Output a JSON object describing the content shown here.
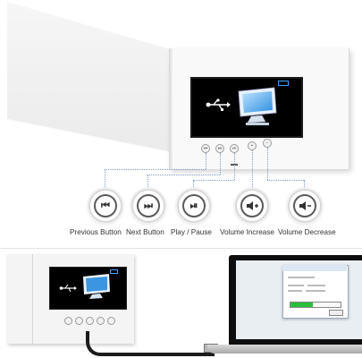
{
  "controls": [
    {
      "id": "previous",
      "label": "Previous Button",
      "symbol": "⏮"
    },
    {
      "id": "next",
      "label": "Next Button",
      "symbol": "⏭"
    },
    {
      "id": "play-pause",
      "label": "Play / Pause",
      "symbol": "⏯"
    },
    {
      "id": "volume-increase",
      "label": "Volume Increase",
      "symbol": "🔊"
    },
    {
      "id": "volume-decrease",
      "label": "Volume Decrease",
      "symbol": "🔉"
    }
  ],
  "screen": {
    "usb_symbol": "⭿",
    "icon": "usb-computer-icon"
  },
  "transfer": {
    "progress": 0.45,
    "bar_color": "#28c03a"
  },
  "colors": {
    "leader_line": "#7a9cc9",
    "battery": "#3ea0ff"
  }
}
